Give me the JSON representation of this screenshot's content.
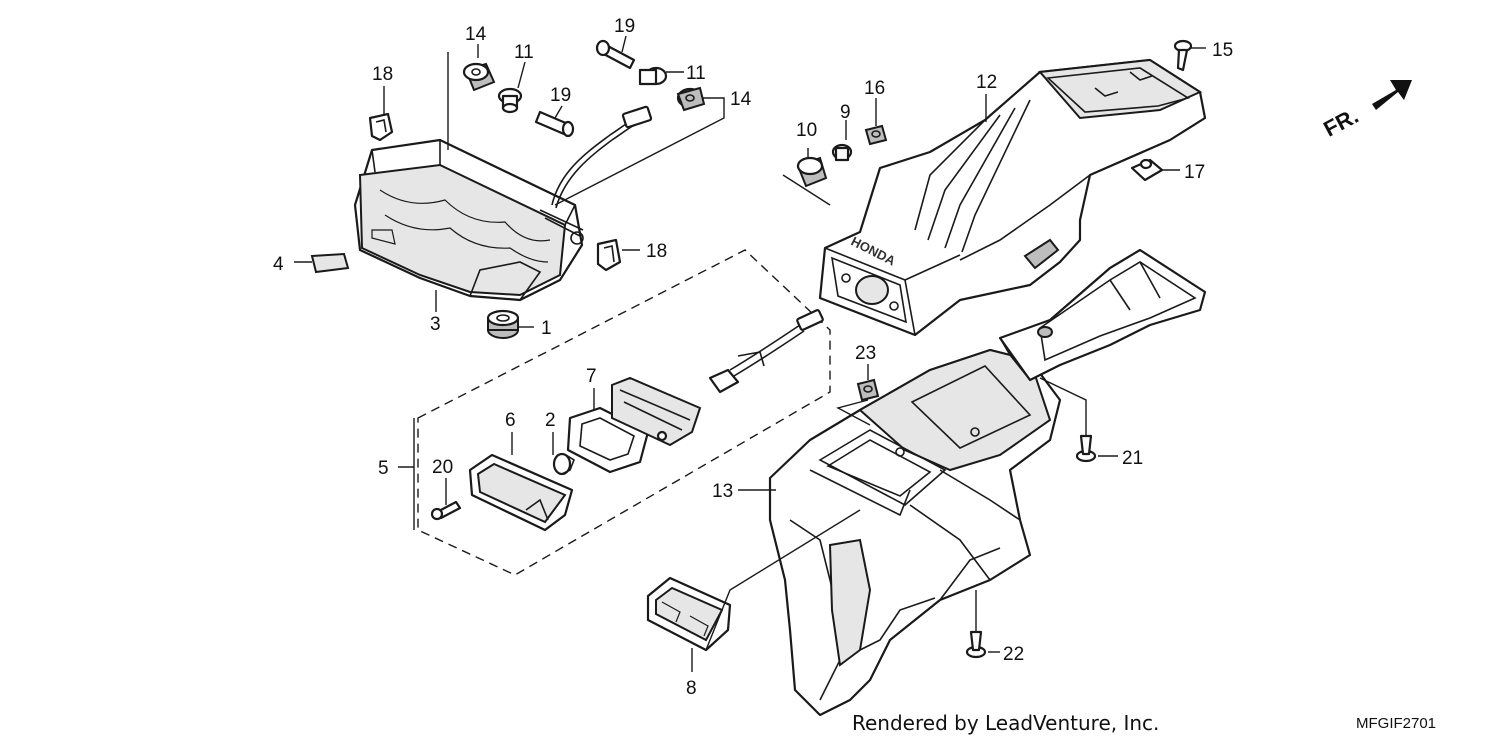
{
  "diagram": {
    "orientation_label": "FR.",
    "manufacturer_emboss": "HONDA",
    "footer_credit": "Rendered by LeadVenture, Inc.",
    "figure_code": "MFGIF2701",
    "callouts": {
      "c1": "1",
      "c2": "2",
      "c3": "3",
      "c4": "4",
      "c5": "5",
      "c6": "6",
      "c7": "7",
      "c8": "8",
      "c9": "9",
      "c10": "10",
      "c11a": "11",
      "c11b": "11",
      "c12": "12",
      "c13": "13",
      "c14a": "14",
      "c14b": "14",
      "c15": "15",
      "c16": "16",
      "c17": "17",
      "c18a": "18",
      "c18b": "18",
      "c19a": "19",
      "c19b": "19",
      "c20": "20",
      "c21": "21",
      "c22": "22",
      "c23": "23"
    },
    "colors": {
      "line": "#1a1a1a",
      "background": "#ffffff",
      "shade": "#e6e6e6"
    }
  }
}
